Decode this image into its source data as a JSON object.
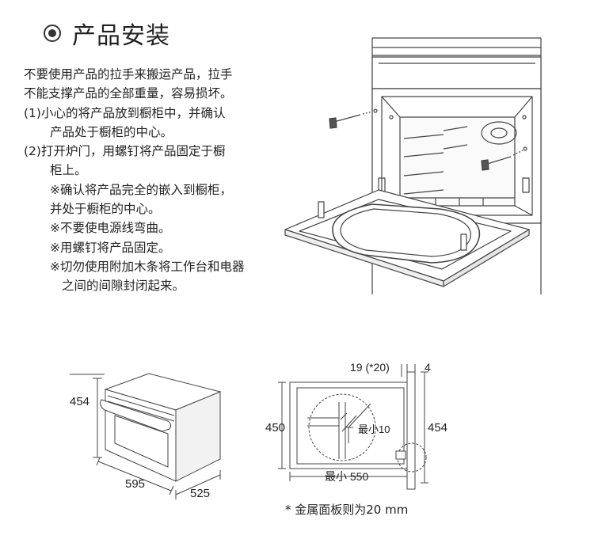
{
  "section": {
    "icon": "bullseye-icon",
    "title": "产品安装"
  },
  "instructions": [
    "不要使用产品的拉手来搬运产品，拉手",
    "不能支撑产品的全部重量，容易损坏。",
    "(1)小心的将产品放到橱柜中，并确认",
    "产品处于橱柜的中心。",
    "(2)打开炉门，用螺钉将产品固定于橱",
    "柜上。",
    "※确认将产品完全的嵌入到橱柜，",
    "并处于橱柜的中心。",
    "※不要使电源线弯曲。",
    "※用螺钉将产品固定。",
    "※切勿使用附加木条将工作台和电器",
    "之间的间隙封闭起来。"
  ],
  "dimensions_left": {
    "height": "454",
    "width": "595",
    "depth": "525"
  },
  "dimensions_right": {
    "top_gap": "19 (*20)",
    "top_right": "4",
    "cabinet_height": "450",
    "product_height": "454",
    "min_detail": "最小10",
    "min_depth": "最小 550"
  },
  "footnote": "* 金属面板则为20 mm"
}
